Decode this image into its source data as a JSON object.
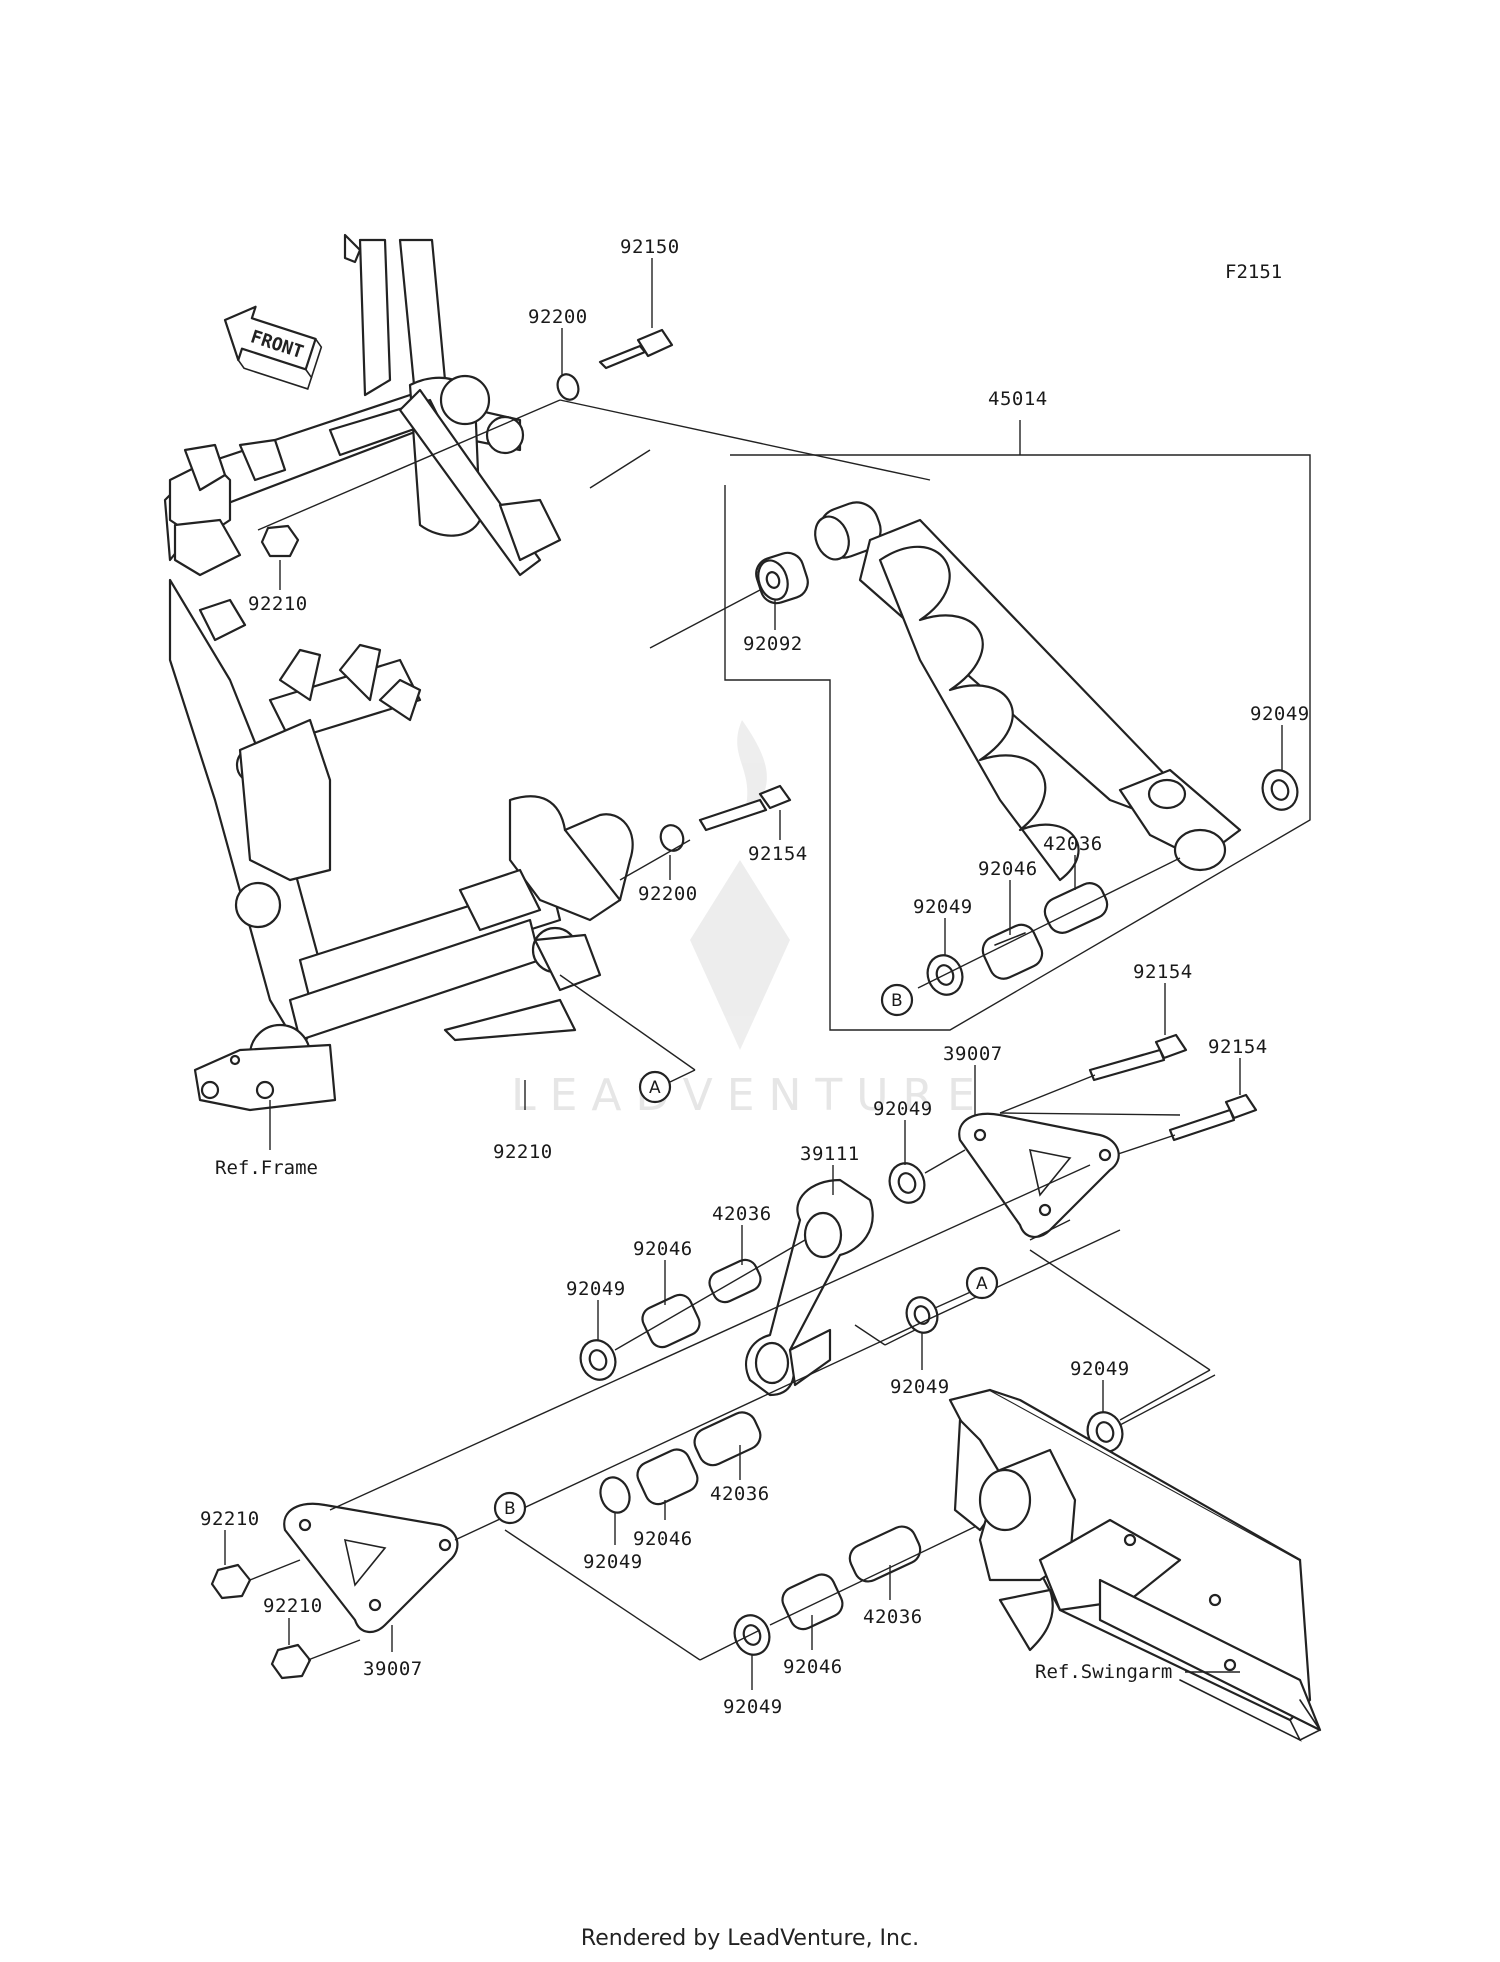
{
  "diagram": {
    "code": "F2151",
    "front_label": "FRONT",
    "watermark": "LEADVENTURE",
    "refs": {
      "frame": "Ref.Frame",
      "swingarm": "Ref.Swingarm"
    },
    "callouts": [
      "A",
      "B"
    ],
    "parts": [
      {
        "id": "p1",
        "number": "92150"
      },
      {
        "id": "p2",
        "number": "92200"
      },
      {
        "id": "p3",
        "number": "45014"
      },
      {
        "id": "p4",
        "number": "92210"
      },
      {
        "id": "p5",
        "number": "92092"
      },
      {
        "id": "p6",
        "number": "92049"
      },
      {
        "id": "p7",
        "number": "92154"
      },
      {
        "id": "p8",
        "number": "92200"
      },
      {
        "id": "p9",
        "number": "42036"
      },
      {
        "id": "p10",
        "number": "92046"
      },
      {
        "id": "p11",
        "number": "92049"
      },
      {
        "id": "p12",
        "number": "92154"
      },
      {
        "id": "p13",
        "number": "92154"
      },
      {
        "id": "p14",
        "number": "39007"
      },
      {
        "id": "p15",
        "number": "92049"
      },
      {
        "id": "p16",
        "number": "92210"
      },
      {
        "id": "p17",
        "number": "39111"
      },
      {
        "id": "p18",
        "number": "42036"
      },
      {
        "id": "p19",
        "number": "92046"
      },
      {
        "id": "p20",
        "number": "92049"
      },
      {
        "id": "p21",
        "number": "92049"
      },
      {
        "id": "p22",
        "number": "92049"
      },
      {
        "id": "p23",
        "number": "92210"
      },
      {
        "id": "p24",
        "number": "42036"
      },
      {
        "id": "p25",
        "number": "92046"
      },
      {
        "id": "p26",
        "number": "92049"
      },
      {
        "id": "p27",
        "number": "92210"
      },
      {
        "id": "p28",
        "number": "39007"
      },
      {
        "id": "p29",
        "number": "42036"
      },
      {
        "id": "p30",
        "number": "92046"
      },
      {
        "id": "p31",
        "number": "92049"
      }
    ]
  },
  "footer": {
    "text": "Rendered by LeadVenture, Inc."
  }
}
